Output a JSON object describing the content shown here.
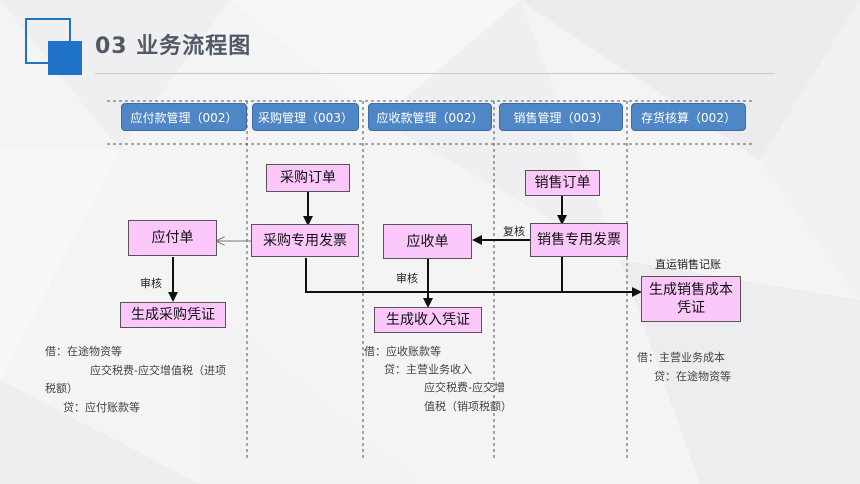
{
  "header": {
    "title": "03  业务流程图"
  },
  "modules": [
    "应付款管理（002）",
    "采购管理（003）",
    "应收款管理（002）",
    "销售管理（003）",
    "存货核算（002）"
  ],
  "nodes": {
    "purchase_order": "采购订单",
    "purchase_invoice": "采购专用发票",
    "payable_bill": "应付单",
    "purchase_voucher": "生成采购凭证",
    "receivable_bill": "应收单",
    "income_voucher": "生成收入凭证",
    "sales_order": "销售订单",
    "sales_invoice": "销售专用发票",
    "cost_voucher": "生成销售成本凭证"
  },
  "edge_labels": {
    "audit_payable": "审核",
    "audit_receivable": "审核",
    "recheck": "复核",
    "direct_ship": "直运销售记账"
  },
  "entries": {
    "purchase": [
      "借：在途物资等",
      "应交税费-应交增值税（进项",
      "税额）",
      "贷：应付账款等"
    ],
    "income": [
      "借：应收账款等",
      "贷：主营业务收入",
      "应交税费-应交增",
      "值税（销项税额）"
    ],
    "cost": [
      "借：主营业务成本",
      "贷：在途物资等"
    ]
  },
  "colors": {
    "accent": "#1e73c8",
    "header_cell": "#4f86c6",
    "node_fill": "#fcc8fb",
    "title_text": "#505a66"
  }
}
